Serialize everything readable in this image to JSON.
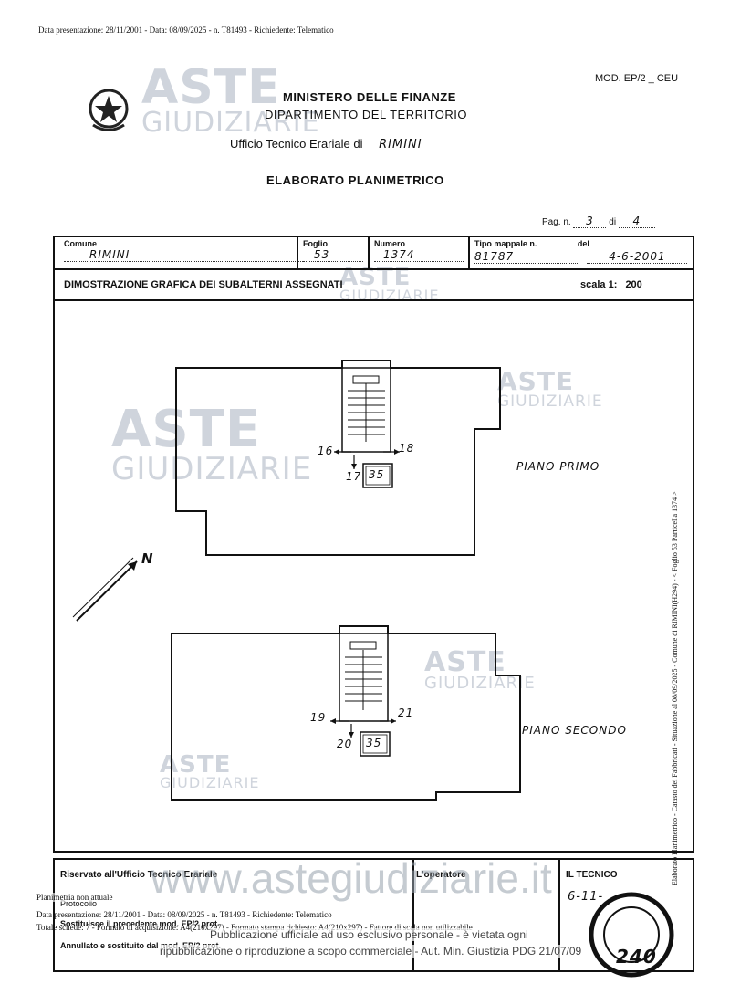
{
  "header_top": "Data presentazione: 28/11/2001 - Data: 08/09/2025 - n. T81493 - Richiedente: Telematico",
  "mod_code": "MOD. EP/2 _ CEU",
  "ministry": "MINISTERO DELLE FINANZE",
  "department": "DIPARTIMENTO DEL TERRITORIO",
  "office_label": "Ufficio Tecnico Erariale di",
  "office_city": "RIMINI",
  "doc_title": "ELABORATO PLANIMETRICO",
  "page_label": "Pag. n.",
  "page_num": "3",
  "page_of_label": "di",
  "page_total": "4",
  "fields": {
    "comune_label": "Comune",
    "comune_value": "RIMINI",
    "foglio_label": "Foglio",
    "foglio_value": "53",
    "numero_label": "Numero",
    "numero_value": "1374",
    "tipo_label": "Tipo mappale n.",
    "tipo_value": "81787",
    "del_label": "del",
    "del_value": "4-6-2001"
  },
  "section_title": "DIMOSTRAZIONE GRAFICA DEI SUBALTERNI ASSEGNATI",
  "scale_label": "scala 1:",
  "scale_value": "200",
  "plan": {
    "floor1_label": "PIANO PRIMO",
    "floor1_sub_left": "16",
    "floor1_sub_right": "18",
    "floor1_sub_bottom": "17",
    "floor1_box": "35",
    "floor2_label": "PIANO SECONDO",
    "floor2_sub_left": "19",
    "floor2_sub_right": "21",
    "floor2_sub_bottom": "20",
    "floor2_box": "35",
    "north": "N"
  },
  "footer": {
    "reserved": "Riservato all'Ufficio Tecnico Erariale",
    "protocollo": "Protocollo",
    "sostituisce": "Sostituisce il precedente mod. EP/2 prot.",
    "annullato": "Annullato e sostituito dal mod. EP/2 prot.",
    "operatore": "L'operatore",
    "tecnico": "IL TECNICO",
    "tecnico_date": "6-11-",
    "stamp_text": "240",
    "overlay_planimetria": "Planimetria non attuale",
    "overlay_data": "Data presentazione: 28/11/2001 - Data: 08/09/2025 - n. T81493 - Richiedente: Telematico",
    "overlay_totale": "Totale schede: 7 - Formato di acquisizione: A4(210x297) - Formato stampa richiesto: A4(210x297) - Fattore di scala non utilizzabile",
    "website": "www.astegiudiziarie.it",
    "notice1": "Pubblicazione ufficiale ad uso esclusivo personale - è vietata ogni",
    "notice2": "ripubblicazione o riproduzione a scopo commerciale - Aut. Min. Giustizia PDG 21/07/09"
  },
  "side_text": "Elaborato Planimetrico - Catasto dei Fabbricati - Situazione al 08/09/2025 - Comune di RIMINI(H294) - < Foglio 53 Particella 1374 >",
  "watermark": {
    "word1": "ASTE",
    "word2": "GIUDIZIARIE"
  }
}
